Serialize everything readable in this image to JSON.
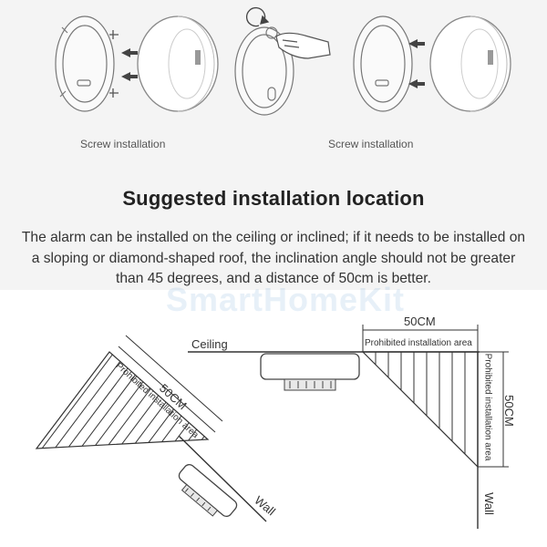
{
  "captions": {
    "left": "Screw installation",
    "right": "Screw installation"
  },
  "heading": "Suggested installation location",
  "body": "The alarm can be installed on the ceiling or inclined; if it needs to be installed on a sloping or diamond-shaped roof, the inclination angle should not be greater than 45 degrees, and a distance of 50cm is better.",
  "watermark": "SmartHomeKit",
  "diagram": {
    "ceiling": "Ceiling",
    "wall": "Wall",
    "distance": "50CM",
    "prohibited": "Prohibited installation area"
  },
  "colors": {
    "line": "#333333",
    "device": "#ffffff",
    "watermark": "#78aad7"
  }
}
